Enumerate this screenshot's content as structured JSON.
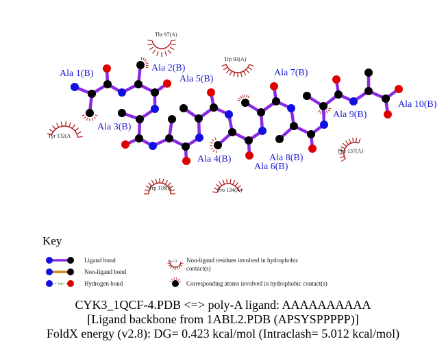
{
  "residues": {
    "ala1": "Ala 1(B)",
    "ala2": "Ala 2(B)",
    "ala3": "Ala 3(B)",
    "ala4": "Ala 4(B)",
    "ala5": "Ala 5(B)",
    "ala6": "Ala 6(B)",
    "ala7": "Ala 7(B)",
    "ala8": "Ala 8(B)",
    "ala9": "Ala 9(B)",
    "ala10": "Ala 10(B)"
  },
  "contacts": {
    "thr97": "Thr 97(A)",
    "trp93": "Trp 93(A)",
    "tyr132": "Tyr 132(A",
    "trp118": "Trp 118(A",
    "pro134": "Pro 134(A)",
    "phe137": "Phe 137(A)"
  },
  "key": {
    "title": "Key",
    "ligand_bond": "Ligand bond",
    "non_ligand_bond": "Non-ligand bond",
    "hydrogen_bond": "Hydrogen bond",
    "hbond_length": "3.0",
    "example_residue": "His 53",
    "non_ligand_residues": "Non-ligand residues involved in hydrophobic",
    "non_ligand_residues_2": "contact(s)",
    "corresponding_atoms": "Corresponding atoms involved in hydrophobic contact(s)"
  },
  "caption": {
    "line1": "CYK3_1QCF-4.PDB <=> poly-A ligand: AAAAAAAAAA",
    "line2": "[Ligand backbone from 1ABL2.PDB (APSYSPPPPP)]",
    "line3": "FoldX energy (v2.8): DG= 0.423 kcal/mol (Intraclash= 5.012 kcal/mol)"
  },
  "colors": {
    "ligand_bond": "#8a2be2",
    "non_ligand_bond": "#c8861e",
    "hbond": "#2a9a2a",
    "nitrogen": "#1010e0",
    "oxygen": "#e00000",
    "carbon": "#000000",
    "hydrophobic": "#b01818",
    "residue_label": "#1a1ad0"
  }
}
